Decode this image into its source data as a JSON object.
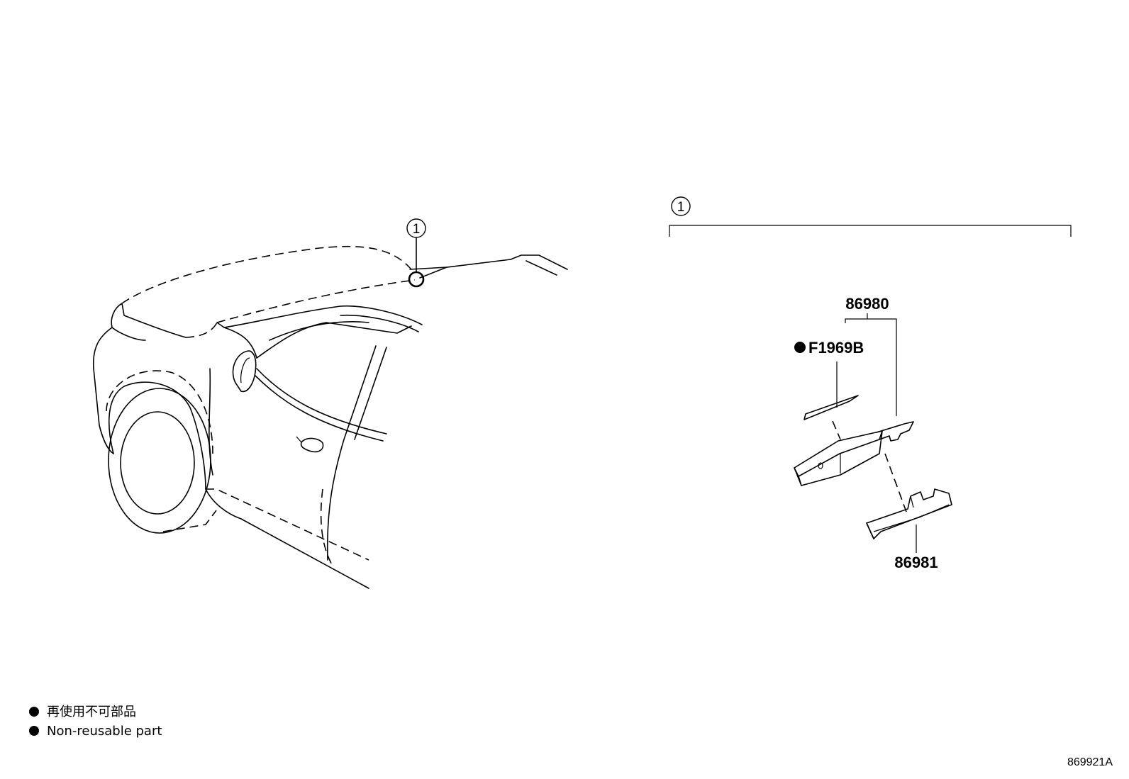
{
  "callout": {
    "number": "1"
  },
  "parts": {
    "assembly": "86980",
    "seal": "F1969B",
    "bracket": "86981"
  },
  "legend": {
    "line_jp": "再使用不可部品",
    "line_en": "Non-reusable part"
  },
  "illustration_code": "869921A",
  "colors": {
    "ink": "#000000",
    "paper": "#ffffff"
  }
}
